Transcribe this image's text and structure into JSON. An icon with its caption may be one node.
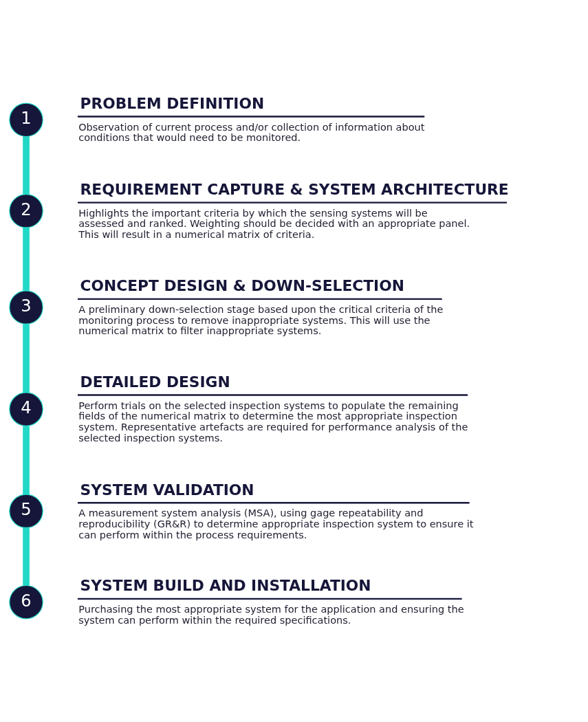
{
  "diagram": {
    "nodes": [
      {
        "text": [
          "1"
        ],
        "beside": [
          "PROBLEM DEFINITION",
          "Observation of current process and/or collection of information about conditions that would need to be monitored."
        ]
      },
      {
        "text": [
          "2"
        ],
        "beside": [
          "REQUIREMENT CAPTURE & SYSTEM ARCHITECTURE",
          "Highlights the important criteria by which the sensing systems will be assessed and ranked. Weighting should be decided with an appropriate panel. This will result in a numerical matrix of criteria."
        ]
      },
      {
        "text": [
          "3"
        ],
        "beside": [
          "CONCEPT DESIGN & DOWN-SELECTION",
          "A preliminary down-selection stage based upon the critical criteria of the monitoring process to remove inappropriate systems. This will use the numerical matrix to filter inappropriate systems."
        ]
      },
      {
        "text": [
          "4"
        ],
        "beside": [
          "DETAILED DESIGN",
          "Perform trials on the selected inspection systems to populate the remaining fields of the numerical matrix to determine the most appropriate inspection system. Representative artefacts are required for performance analysis of the selected inspection systems."
        ]
      },
      {
        "text": [
          "5"
        ],
        "beside": [
          "SYSTEM VALIDATION",
          "A measurement system analysis (MSA), using gage repeatability and reproducibility (GR&R) to determine appropriate inspection system to ensure it can perform within the process requirements."
        ]
      },
      {
        "text": [
          "6"
        ],
        "beside": [
          "SYSTEM BUILD AND INSTALLATION",
          "Purchasing the most appropriate system for the application and ensuring the system can perform within the required specifications."
        ]
      }
    ],
    "edges": [
      {
        "from": 0,
        "to": 1,
        "arrow": "none"
      },
      {
        "from": 1,
        "to": 2,
        "arrow": "none"
      },
      {
        "from": 2,
        "to": 3,
        "arrow": "none"
      },
      {
        "from": 3,
        "to": 4,
        "arrow": "none"
      },
      {
        "from": 4,
        "to": 5,
        "arrow": "none"
      }
    ]
  }
}
